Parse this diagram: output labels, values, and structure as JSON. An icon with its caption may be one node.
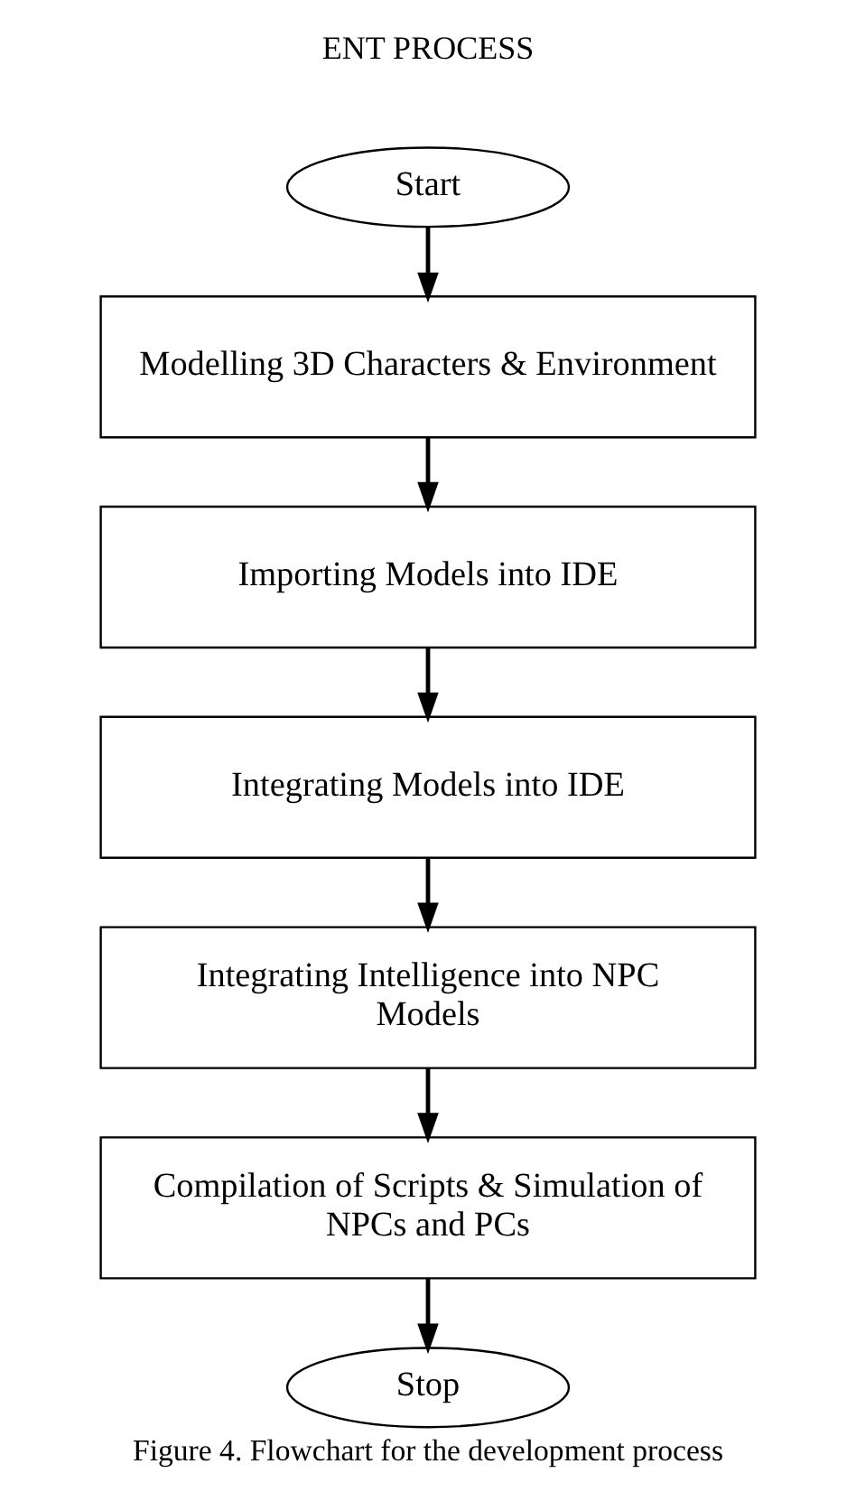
{
  "diagram": {
    "title": "ENT PROCESS",
    "caption": "Figure 4. Flowchart for the development process",
    "nodes": [
      {
        "text": [
          "Start"
        ]
      },
      {
        "text": [
          "Modelling 3D Characters & Environment"
        ]
      },
      {
        "text": [
          "Importing Models into IDE"
        ]
      },
      {
        "text": [
          "Integrating Models into IDE"
        ]
      },
      {
        "text": [
          "Integrating Intelligence into NPC Models"
        ]
      },
      {
        "text": [
          "Compilation of Scripts & Simulation of NPCs and PCs"
        ]
      },
      {
        "text": [
          "Stop"
        ]
      }
    ],
    "edges": [
      {
        "from": 0,
        "to": 1,
        "arrow": "to"
      },
      {
        "from": 1,
        "to": 2,
        "arrow": "to"
      },
      {
        "from": 2,
        "to": 3,
        "arrow": "to"
      },
      {
        "from": 3,
        "to": 4,
        "arrow": "to"
      },
      {
        "from": 4,
        "to": 5,
        "arrow": "to"
      },
      {
        "from": 5,
        "to": 6,
        "arrow": "to"
      }
    ]
  }
}
